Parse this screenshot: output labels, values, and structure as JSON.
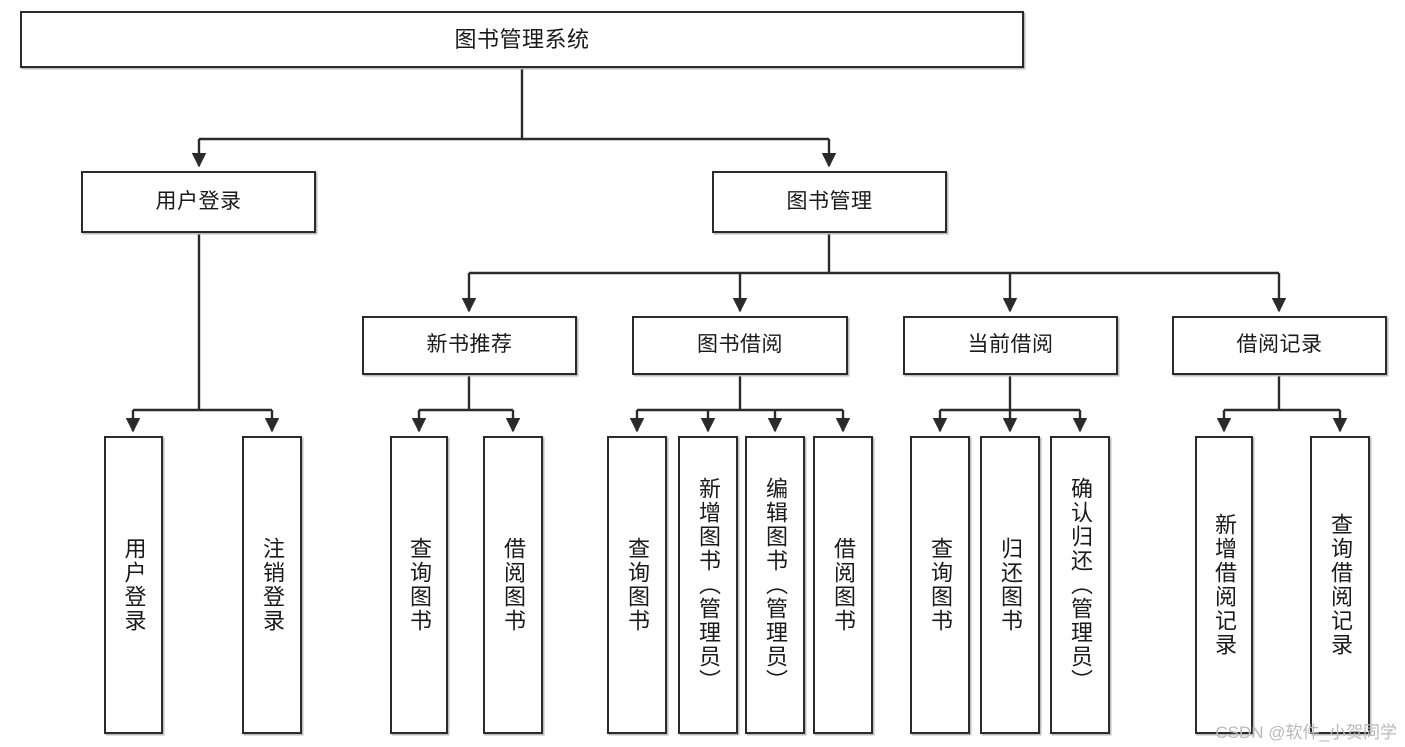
{
  "diagram": {
    "title": "图书管理系统",
    "watermark": "CSDN @软件_小贺同学",
    "line_color": "#2b2b2b",
    "box_fill": "#ffffff",
    "text_color": "#1a1a1a",
    "levels": {
      "root": "图书管理系统",
      "level2": [
        "用户登录",
        "图书管理"
      ],
      "level3": [
        "新书推荐",
        "图书借阅",
        "当前借阅",
        "借阅记录"
      ]
    }
  },
  "nodes": {
    "root": {
      "label": "图书管理系统"
    },
    "user_login": {
      "label": "用户登录"
    },
    "book_manage": {
      "label": "图书管理"
    },
    "new_book_rec": {
      "label": "新书推荐"
    },
    "book_borrow": {
      "label": "图书借阅"
    },
    "current_borrow": {
      "label": "当前借阅"
    },
    "borrow_record": {
      "label": "借阅记录"
    },
    "leaf_user_login": {
      "label": "用户登录"
    },
    "leaf_user_logout": {
      "label": "注销登录"
    },
    "leaf_rec_query": {
      "label": "查询图书"
    },
    "leaf_rec_borrow": {
      "label": "借阅图书"
    },
    "leaf_borrow_query": {
      "label": "查询图书"
    },
    "leaf_borrow_add": {
      "label": "新增图书（管理员）"
    },
    "leaf_borrow_edit": {
      "label": "编辑图书（管理员）"
    },
    "leaf_borrow_lend": {
      "label": "借阅图书"
    },
    "leaf_cur_query": {
      "label": "查询图书"
    },
    "leaf_cur_return": {
      "label": "归还图书"
    },
    "leaf_cur_confirm": {
      "label": "确认归还（管理员）"
    },
    "leaf_rec_add": {
      "label": "新增借阅记录"
    },
    "leaf_rec_query2": {
      "label": "查询借阅记录"
    }
  }
}
